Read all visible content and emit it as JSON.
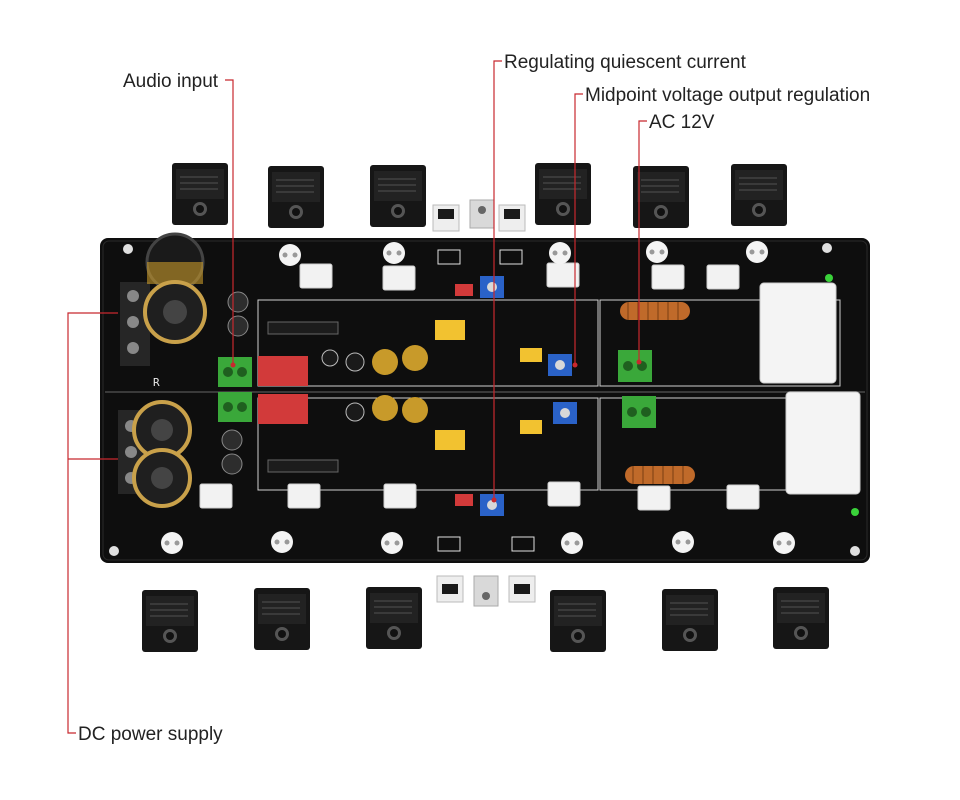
{
  "callouts": {
    "audio_input": "Audio input",
    "regulating_quiescent_current": "Regulating quiescent current",
    "midpoint_voltage": "Midpoint voltage output regulation",
    "ac_12v": "AC 12V",
    "dc_power_supply": "DC power supply"
  },
  "board": {
    "channel_marker": "R"
  },
  "colors": {
    "board": "#0e0e0e",
    "leader_line": "#c8282e",
    "silkscreen": "#e8e8e8",
    "terminal_block": "#3aa83a",
    "trimmer": "#2a62c8",
    "film_cap_red": "#d23a3a",
    "electrolytic_gold": "#c89a2a"
  }
}
